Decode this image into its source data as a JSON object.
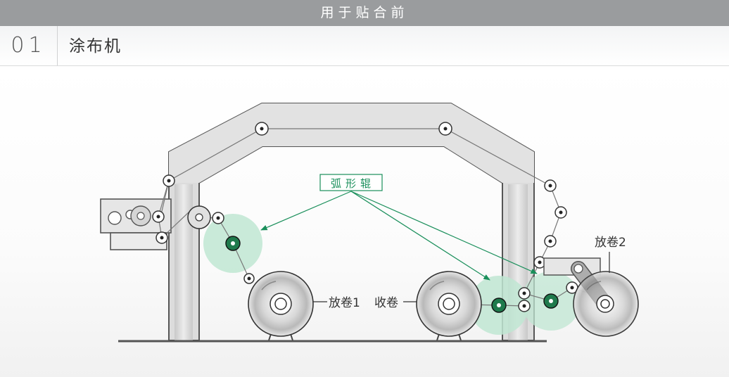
{
  "header": {
    "title": "用于贴合前"
  },
  "section": {
    "number": "01",
    "title": "涂布机"
  },
  "diagram": {
    "labels": {
      "arc_roller": "弧形辊",
      "unwind1": "放卷1",
      "rewind": "收卷",
      "unwind2": "放卷2"
    }
  },
  "colors": {
    "accent": "#1a8f5b",
    "highlight": "#bfe6d2",
    "frame": "#d6d6d6",
    "header_bar": "#9a9c9e"
  }
}
